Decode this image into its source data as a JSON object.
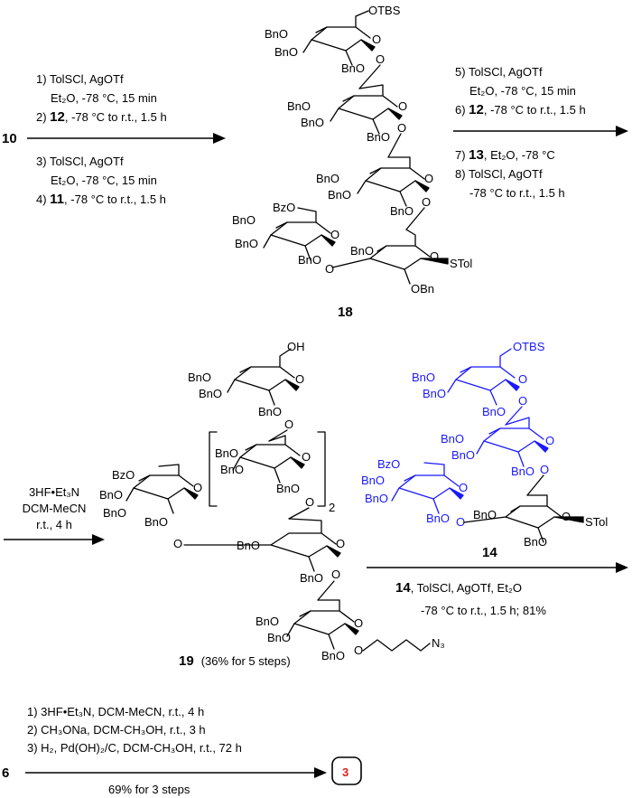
{
  "colors": {
    "text": "#000000",
    "sugar_14": "#1a1aff",
    "target_box": "#000000",
    "target_label": "#e0201c"
  },
  "row1": {
    "start": "10",
    "arrow1": [
      {
        "n": "1) ",
        "t": "TolSCl, AgOTf"
      },
      {
        "t": "Et₂O, -78 °C, 15 min"
      },
      {
        "n": "2) ",
        "c": "12",
        "t": ", -78 °C to r.t., 1.5 h"
      },
      {
        "n": "3) ",
        "t": "TolSCl, AgOTf"
      },
      {
        "t": "Et₂O, -78 °C, 15 min"
      },
      {
        "n": "4) ",
        "c": "11",
        "t": ", -78 °C to r.t., 1.5 h"
      }
    ],
    "product": "18",
    "arrow2": [
      {
        "n": "5) ",
        "t": "TolSCl, AgOTf"
      },
      {
        "t": "Et₂O, -78 °C, 15 min"
      },
      {
        "n": "6) ",
        "c": "12",
        "t": ", -78 °C to r.t., 1.5 h"
      },
      {
        "n": "7) ",
        "c": "13",
        "t": ", Et₂O, -78 °C"
      },
      {
        "n": "8) ",
        "t": "TolSCl, AgOTf"
      },
      {
        "t": "-78 °C to r.t., 1.5 h"
      }
    ]
  },
  "row2": {
    "arrow3": [
      "3HF•Et₃N",
      "DCM-MeCN",
      "r.t., 4 h"
    ],
    "product": "19",
    "product_yield": "(36% for 5 steps)",
    "repeat_subscript": "2",
    "donor": "14",
    "arrow4": {
      "compound": "14",
      "line1": ", TolSCl, AgOTf, Et₂O",
      "line2": "-78 °C to r.t., 1.5 h; 81%"
    }
  },
  "row3": {
    "start": "6",
    "steps": [
      "1) 3HF•Et₃N, DCM-MeCN, r.t., 4 h",
      "2) CH₃ONa, DCM-CH₃OH, r.t., 3 h",
      "3) H₂, Pd(OH)₂/C, DCM-CH₃OH, r.t., 72 h"
    ],
    "yield": "69% for 3 steps",
    "target": "3"
  },
  "groups": {
    "bn": "BnO",
    "obn": "OBn",
    "bz": "BzO",
    "tbs": "OTBS",
    "stol": "STol",
    "oh": "OH",
    "o": "O",
    "n3": "N₃"
  }
}
